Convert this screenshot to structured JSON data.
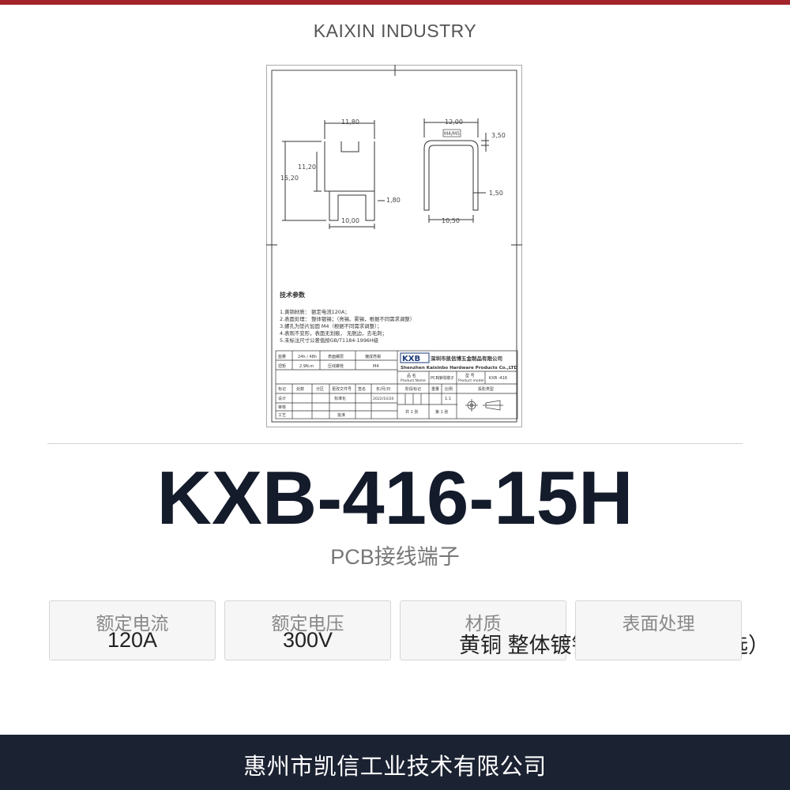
{
  "colors": {
    "accent": "#a3252a",
    "footer_bg": "#1b2232",
    "title": "#141b2b"
  },
  "brand": "KAIXIN INDUSTRY",
  "drawing": {
    "dims": {
      "top_width": "11,80",
      "height_total": "15,20",
      "height_inner": "11,20",
      "pin_width": "1,80",
      "bottom_width": "10,00",
      "side_width": "12,00",
      "screw": "M4/M5",
      "side_top": "3,50",
      "side_pin": "1,50",
      "side_bottom": "10,50"
    },
    "tech_title": "技术参数",
    "tech_lines": [
      "1.黄铜材质：  额定电流120A；",
      "2.表面处理：  整体镀锡；（亮锡、雾锡，根据不同需求调整）",
      "3.螺孔为垫片加固 M4（根据不同需求调整）；",
      "4.表观不变形，表面无划痕，  无脱边，去毛刺；",
      "5.未标注尺寸公差值按GB/T1184-1996H级"
    ],
    "title_block": {
      "logo": "KXB",
      "company_cn": "深圳市凯信博五金制品有限公司",
      "company_en": "Shenzhen Kaixinbo Hardware Products Co.,LTD",
      "row1": [
        "盐雾",
        "24h / 48h",
        "表面螺层",
        "镀成亮锡"
      ],
      "row2": [
        "扭矩",
        "2.9N.m",
        "压线螺栓",
        "M4"
      ],
      "product_name_label": "品  名",
      "product_name_label_en": "Product Name",
      "product_name": "PCB接线端子",
      "model_label": "型  号",
      "model_label_en": "Product model",
      "model": "KXB -416",
      "header": [
        "标记",
        "处数",
        "分区",
        "更改文件号",
        "签名",
        "年/月/日",
        "阶段标记",
        "重量",
        "比例",
        "投影类型"
      ],
      "design": "设计",
      "standard": "标准化",
      "date": "2022/10/20",
      "scale": "1:1",
      "review": "审核",
      "process": "工艺",
      "approve": "批准",
      "sheets": "共 1 张",
      "sheet": "第 1 张"
    }
  },
  "product": {
    "model": "KXB-416-15H",
    "subtitle": "PCB接线端子"
  },
  "specs": [
    {
      "label": "额定电流",
      "value": "120A"
    },
    {
      "label": "额定电压",
      "value": "300V"
    },
    {
      "label": "材质",
      "value": "黄铜 整体镀锡（亮锡/雾锡可选）"
    },
    {
      "label": "表面处理",
      "value": ""
    }
  ],
  "footer": "惠州市凯信工业技术有限公司"
}
